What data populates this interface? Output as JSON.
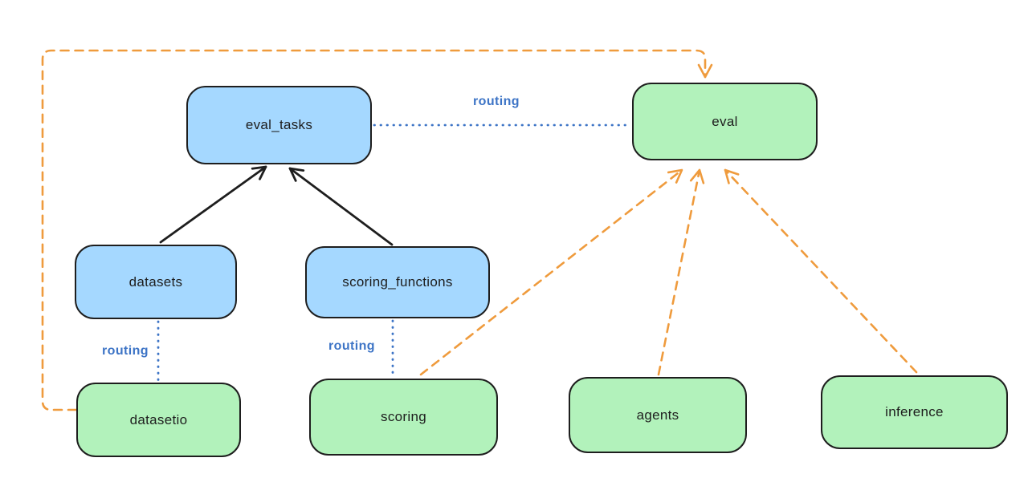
{
  "diagram": {
    "nodes": [
      {
        "id": "eval_tasks",
        "label": "eval_tasks",
        "color": "blue"
      },
      {
        "id": "datasets",
        "label": "datasets",
        "color": "blue"
      },
      {
        "id": "scoring_functions",
        "label": "scoring_functions",
        "color": "blue"
      },
      {
        "id": "eval",
        "label": "eval",
        "color": "green"
      },
      {
        "id": "datasetio",
        "label": "datasetio",
        "color": "green"
      },
      {
        "id": "scoring",
        "label": "scoring",
        "color": "green"
      },
      {
        "id": "agents",
        "label": "agents",
        "color": "green"
      },
      {
        "id": "inference",
        "label": "inference",
        "color": "green"
      }
    ],
    "edges": [
      {
        "from": "datasets",
        "to": "eval_tasks",
        "style": "solid-black-arrow"
      },
      {
        "from": "scoring_functions",
        "to": "eval_tasks",
        "style": "solid-black-arrow"
      },
      {
        "from": "eval_tasks",
        "to": "eval",
        "style": "dotted-blue",
        "label": "routing"
      },
      {
        "from": "datasets",
        "to": "datasetio",
        "style": "dotted-blue",
        "label": "routing"
      },
      {
        "from": "scoring_functions",
        "to": "scoring",
        "style": "dotted-blue",
        "label": "routing"
      },
      {
        "from": "datasetio",
        "to": "eval",
        "style": "dashed-orange-arrow"
      },
      {
        "from": "scoring",
        "to": "eval",
        "style": "dashed-orange-arrow"
      },
      {
        "from": "agents",
        "to": "eval",
        "style": "dashed-orange-arrow"
      },
      {
        "from": "inference",
        "to": "eval",
        "style": "dashed-orange-arrow"
      }
    ],
    "colors": {
      "node_blue_fill": "#a5d8ff",
      "node_green_fill": "#b2f2bb",
      "node_border": "#1e1e1e",
      "routing_blue": "#3d74c6",
      "dashed_orange": "#ef9b3d",
      "background": "#ffffff"
    }
  }
}
